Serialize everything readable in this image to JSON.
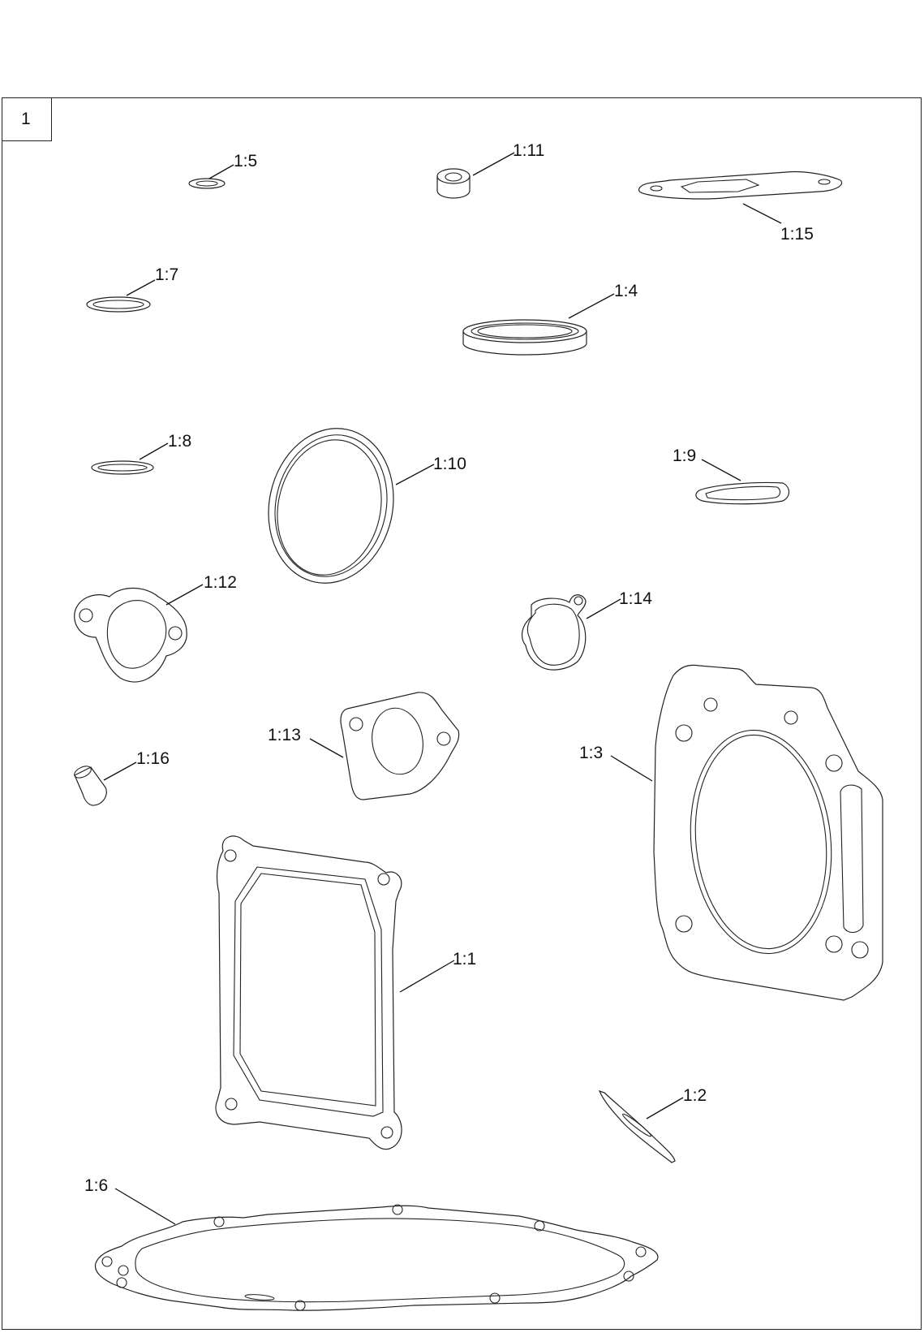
{
  "view": {
    "number": "1"
  },
  "callouts": {
    "c1_1": "1:1",
    "c1_2": "1:2",
    "c1_3": "1:3",
    "c1_4": "1:4",
    "c1_5": "1:5",
    "c1_6": "1:6",
    "c1_7": "1:7",
    "c1_8": "1:8",
    "c1_9": "1:9",
    "c1_10": "1:10",
    "c1_11": "1:11",
    "c1_12": "1:12",
    "c1_13": "1:13",
    "c1_14": "1:14",
    "c1_15": "1:15",
    "c1_16": "1:16"
  },
  "colors": {
    "line": "#222222",
    "background": "#ffffff"
  }
}
